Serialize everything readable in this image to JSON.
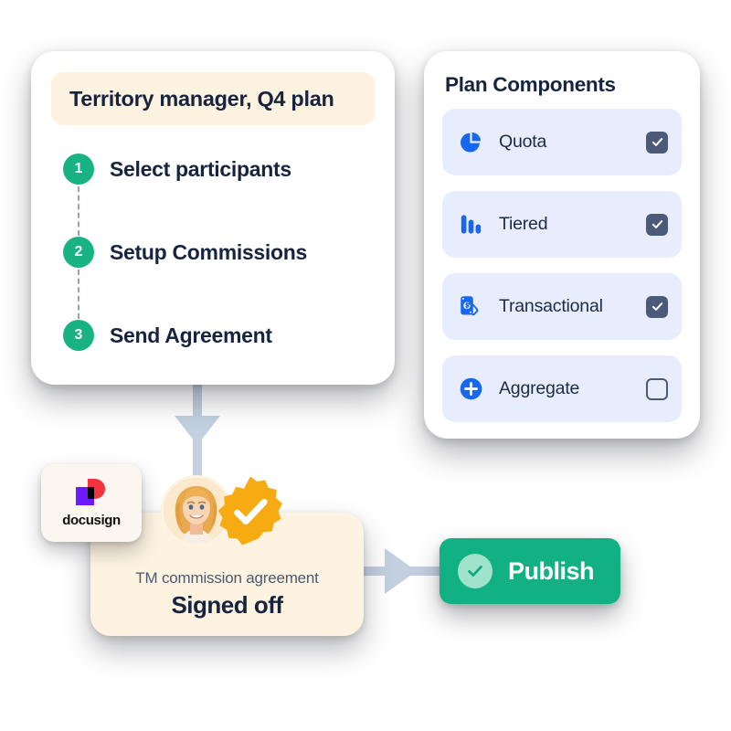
{
  "plan_card": {
    "title": "Territory manager, Q4 plan",
    "steps": [
      {
        "number": "1",
        "label": "Select participants"
      },
      {
        "number": "2",
        "label": "Setup Commissions"
      },
      {
        "number": "3",
        "label": "Send Agreement"
      }
    ]
  },
  "components_card": {
    "title": "Plan Components",
    "items": [
      {
        "label": "Quota",
        "icon": "pie-chart-icon",
        "checked": "checked"
      },
      {
        "label": "Tiered",
        "icon": "bar-chart-icon",
        "checked": "checked"
      },
      {
        "label": "Transactional",
        "icon": "money-hand-icon",
        "checked": "checked"
      },
      {
        "label": "Aggregate",
        "icon": "plus-circle-icon",
        "checked": "unchecked"
      }
    ]
  },
  "docusign": {
    "wordmark": "docusign",
    "logo_red": "#f5333f",
    "logo_purple": "#6d1aff"
  },
  "signed_card": {
    "subtitle": "TM commission agreement",
    "status": "Signed off",
    "badge": "verified-badge-icon",
    "avatar": "user-avatar"
  },
  "publish": {
    "label": "Publish",
    "icon": "check-circle-icon"
  },
  "colors": {
    "accent_green": "#12b184",
    "step_green": "#18b283",
    "accent_blue": "#1767f0",
    "component_row_bg": "#e7edfd",
    "cream": "#fdf3e0",
    "checkbox_slate": "#4a5a78",
    "connector_arrow": "#c3d0e0",
    "text_dark": "#162440",
    "badge_orange": "#f7ab12"
  }
}
